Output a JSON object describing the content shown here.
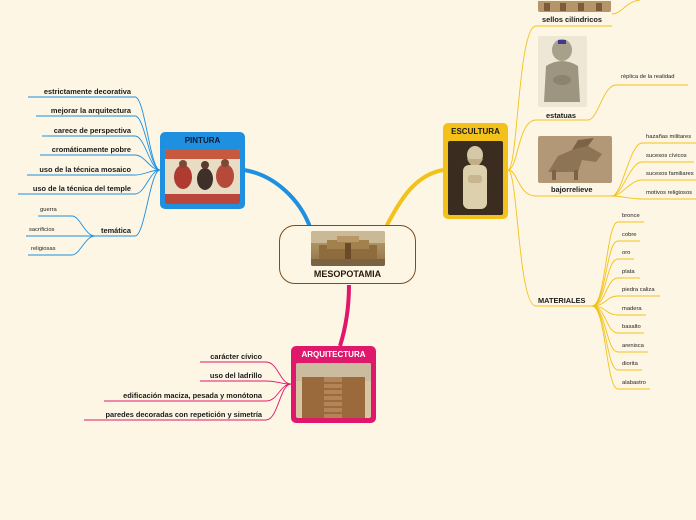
{
  "central": {
    "label": "MESOPOTAMIA"
  },
  "pintura": {
    "label": "PINTURA",
    "items": [
      "estrictamente decorativa",
      "mejorar la arquitectura",
      "carece de perspectiva",
      "cromáticamente pobre",
      "uso de la técnica mosaico",
      "uso de la técnica del temple"
    ],
    "tematica": {
      "label": "temática",
      "items": [
        "guerra",
        "sacrificios",
        "religiosas"
      ]
    }
  },
  "arquitectura": {
    "label": "ARQUITECTURA",
    "items": [
      "carácter cívico",
      "uso del ladrillo",
      "edificación maciza, pesada y monótona",
      "paredes decoradas con repetición y simetría"
    ]
  },
  "escultura": {
    "label": "ESCULTURA",
    "sellos": {
      "label": "sellos cilíndricos"
    },
    "estatuas": {
      "label": "estatuas",
      "detail": "réplica de la realidad"
    },
    "bajorrelieve": {
      "label": "bajorrelieve",
      "items": [
        "hazañas militares",
        "sucesos cívicos",
        "sucesos familiares",
        "motivos religiosos"
      ]
    },
    "materiales": {
      "label": "MATERIALES",
      "items": [
        "bronce",
        "cobre",
        "oro",
        "plata",
        "piedra caliza",
        "madera",
        "basalto",
        "arenisca",
        "diorita",
        "alabastro"
      ]
    }
  },
  "colors": {
    "pintura": "#1f8fe0",
    "arquitectura": "#e0186c",
    "escultura": "#f2c21a",
    "center_border": "#7a4f1e",
    "background": "#fdf6e4"
  }
}
